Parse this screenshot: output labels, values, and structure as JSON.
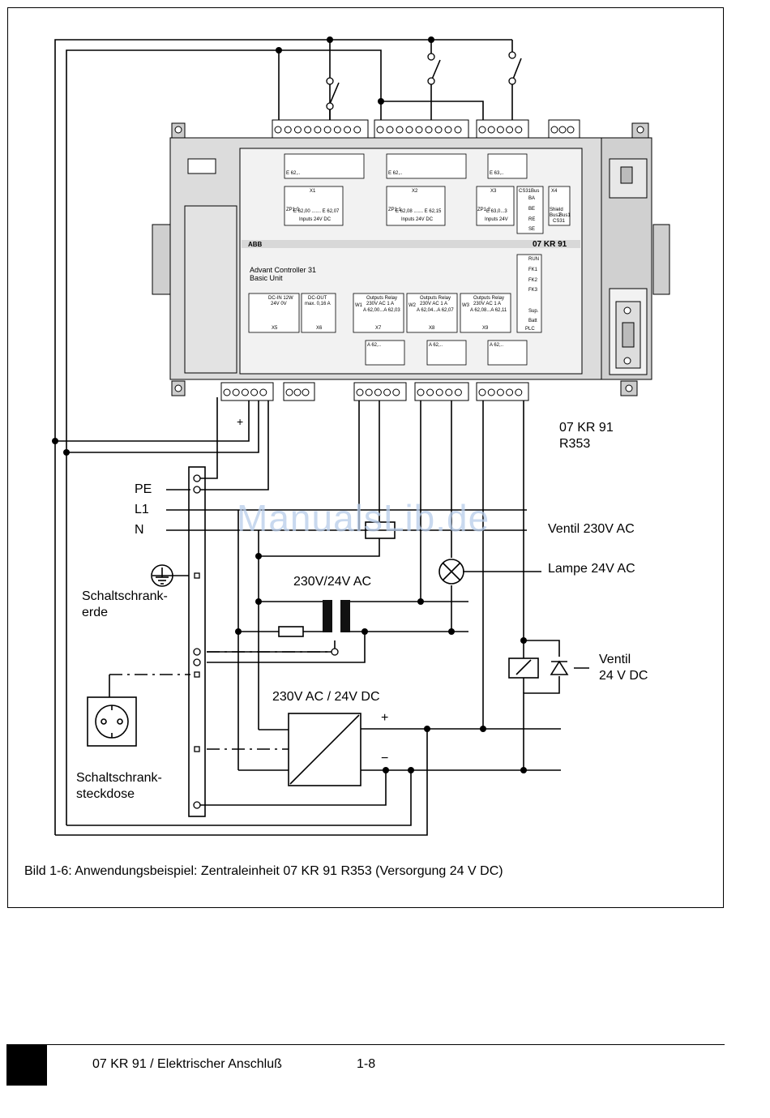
{
  "diagram": {
    "model_label": "07 KR 91",
    "model_variant": "R353",
    "controller_title": "Advant Controller 31",
    "controller_subtitle": "Basic Unit",
    "brand": "ABB",
    "model_badge": "07 KR 91",
    "labels": {
      "pe": "PE",
      "l1": "L1",
      "n": "N",
      "cabinet_ground_1": "Schaltschrank-",
      "cabinet_ground_2": "erde",
      "cabinet_socket_1": "Schaltschrank-",
      "cabinet_socket_2": "steckdose",
      "transformer": "230V/24V AC",
      "power_supply": "230V AC / 24V DC",
      "valve_ac": "Ventil 230V AC",
      "lamp": "Lampe 24V AC",
      "valve_dc_1": "Ventil",
      "valve_dc_2": "24 V DC",
      "plus": "+",
      "minus": "−",
      "plus_small": "+"
    },
    "panel_texts": {
      "x1": "X1",
      "x2": "X2",
      "x3": "X3",
      "x4": "X4",
      "x1_range": "E 62,00 ....... E 62,07",
      "x2_range": "E 62,08 ....... E 62,15",
      "x3_range": "E 63,0...3",
      "inputs": "Inputs 24V DC",
      "inputs_short": "Inputs 24V",
      "dc_in": "DC-IN 12W",
      "dc_in_sub": "24V 0V",
      "dc_out": "DC-OUT",
      "dc_out_sub": "max. 0,16 A",
      "relay": "Outputs Relay",
      "relay_sub": "230V AC 1 A",
      "relay_w1": "A 62,00...A 62,03",
      "relay_w2": "A 62,04...A 62,07",
      "relay_w3": "A 62,08...A 62,11",
      "cs31": "CS31Bus",
      "led_ba": "BA",
      "led_be": "BE",
      "led_re": "RE",
      "led_se": "SE",
      "led_run": "RUN",
      "led_fk1": "FK1",
      "led_fk2": "FK2",
      "led_fk3": "FK3",
      "led_sup": "Sup.",
      "led_batt": "Batt",
      "plc": "PLC",
      "e62": "E 62,..",
      "e63": "E 63,..",
      "a62": "A 62,..",
      "w1": "W1",
      "w2": "W2",
      "w3": "W3",
      "x5": "X5",
      "x6": "X6",
      "x7": "X7",
      "x8": "X8",
      "x9": "X9",
      "zp10": "ZP1.0",
      "zp11": "ZP1.1",
      "zp12": "ZP1.2",
      "shield": "Shield",
      "bus2": "Bus2",
      "bus1": "Bus1",
      "cs31b": "CS31"
    }
  },
  "caption": "Bild 1-6: Anwendungsbeispiel: Zentraleinheit 07 KR 91 R353 (Versorgung 24 V DC)",
  "watermark": "ManualsLib.de",
  "footer": {
    "title": "07 KR 91 / Elektrischer Anschluß",
    "page": "1-8"
  }
}
